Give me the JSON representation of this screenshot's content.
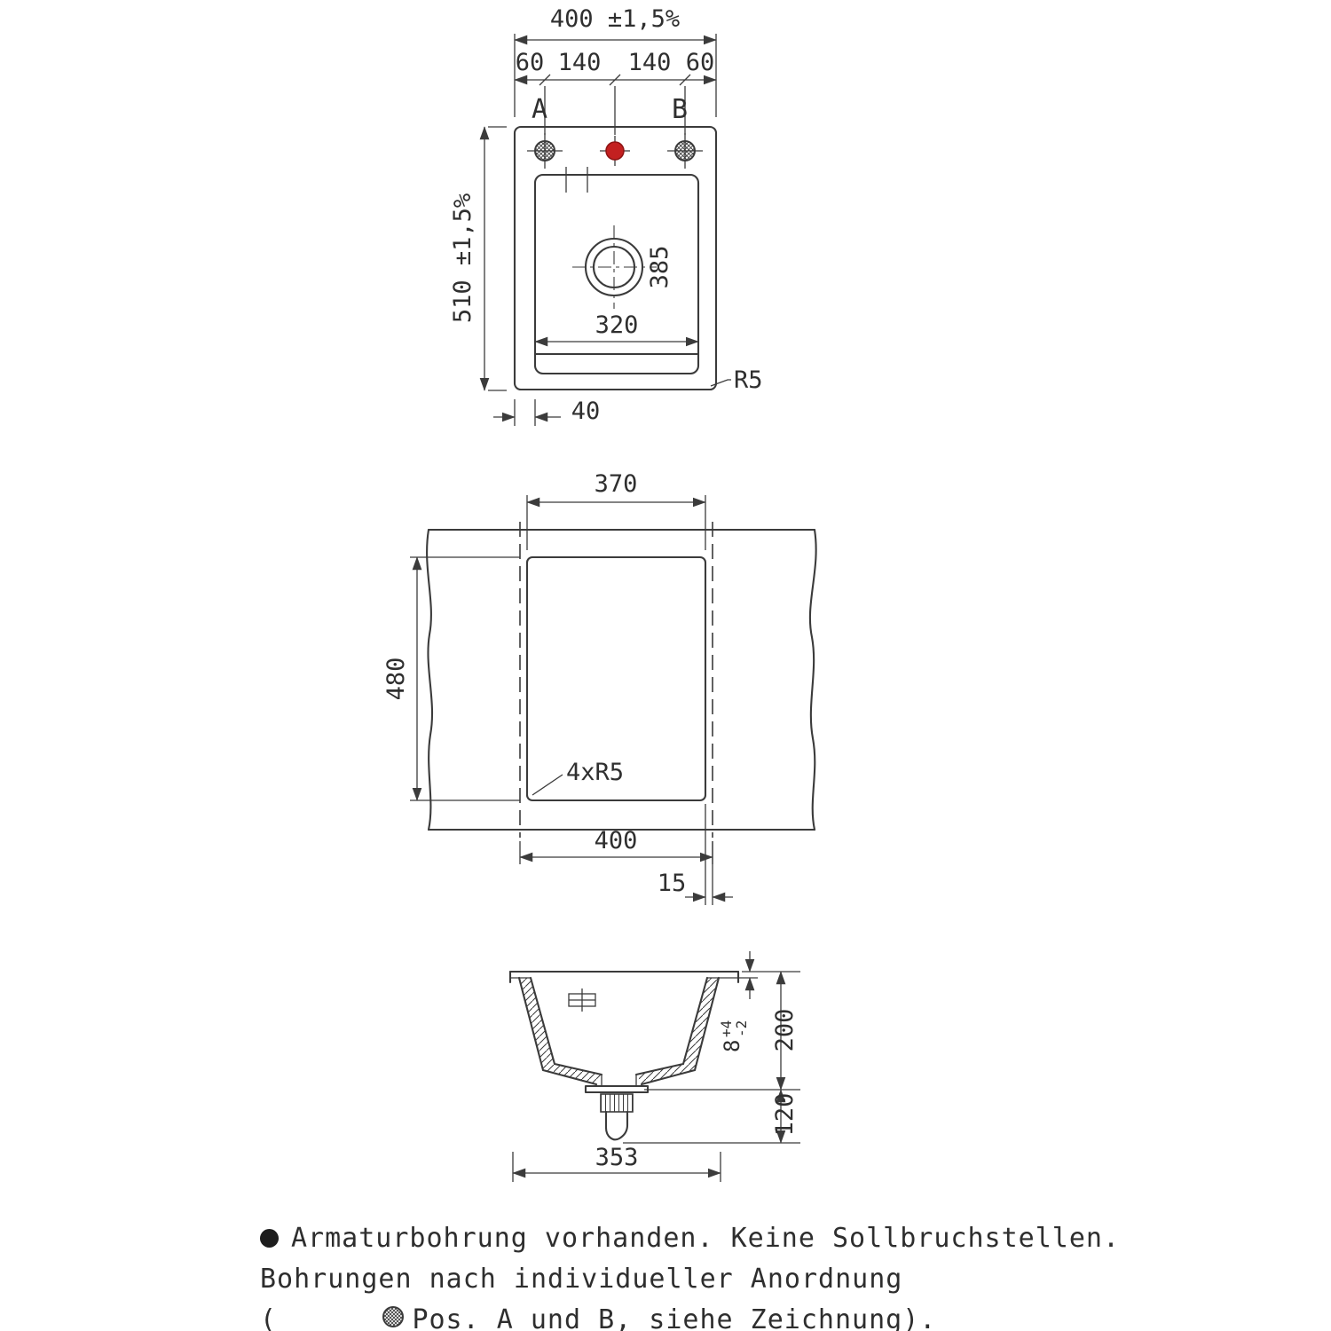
{
  "drawing": {
    "top_view": {
      "dim_width_total": "400 ±1,5%",
      "dim_segments": [
        "60",
        "140",
        "140",
        "60"
      ],
      "label_hole_a": "A",
      "label_hole_b": "B",
      "dim_height_total": "510 ±1,5%",
      "dim_drain_offset": "385",
      "dim_bowl_width": "320",
      "dim_edge_offset": "40",
      "label_corner_radius": "R5"
    },
    "cutout_view": {
      "dim_cutout_width": "370",
      "dim_cutout_height": "480",
      "label_corner_radius": "4xR5",
      "dim_sink_width": "400",
      "dim_overlap": "15"
    },
    "section_view": {
      "dim_depth": "200",
      "dim_rim_base": "8",
      "dim_rim_plus": "+4",
      "dim_rim_minus": "-2",
      "dim_drain_height": "120",
      "dim_bottom_width": "353"
    }
  },
  "notes": {
    "line1": "Armaturbohrung vorhanden. Keine Sollbruchstellen.",
    "line2": "Bohrungen nach individueller Anordnung",
    "line3_prefix": "(",
    "line3": "Pos. A und B, siehe Zeichnung)."
  },
  "colors": {
    "line": "#3b3b3b",
    "accent_red": "#c32020"
  }
}
